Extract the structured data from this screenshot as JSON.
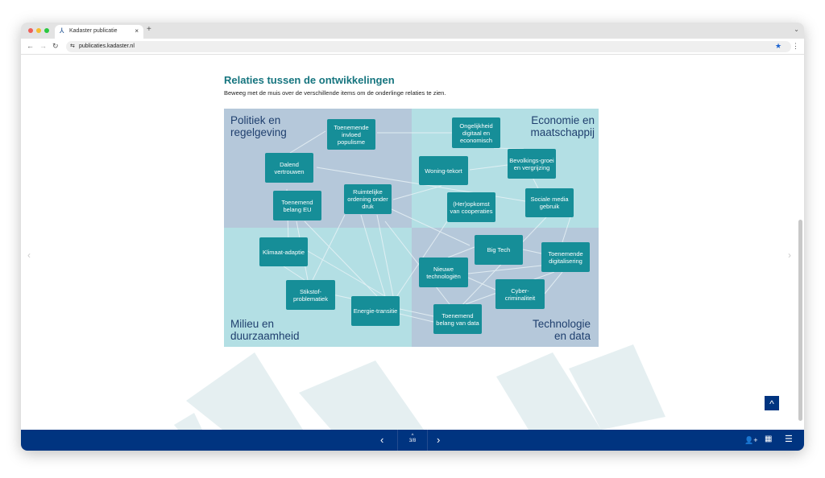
{
  "browser": {
    "tab_title": "Kadaster publicatie",
    "url": "publicaties.kadaster.nl"
  },
  "section": {
    "title": "Relaties tussen de ontwikkelingen",
    "subtitle": "Beweeg met de muis over de verschillende items om de onderlinge relaties te zien."
  },
  "quadrants": {
    "tl": "Politiek en regelgeving",
    "tr": "Economie en maatschappij",
    "bl": "Milieu en duurzaamheid",
    "br": "Technologie en data"
  },
  "nodes": {
    "populisme": "Toenemende invloed populisme",
    "vertrouwen": "Dalend vertrouwen",
    "eu": "Toenemend belang EU",
    "ruimtelijk": "Ruimtelijke ordening onder druk",
    "ongelijkheid": "Ongelijkheid digitaal en economisch",
    "bevolking": "Bevolkings-groei en vergrijzing",
    "woning": "Woning-tekort",
    "cooperaties": "(Her)opkomst van cooperaties",
    "sociale": "Sociale media gebruik",
    "klimaat": "Klimaat-adaptie",
    "stikstof": "Stikstof-problematiek",
    "energie": "Energie-transitie",
    "bigtech": "Big Tech",
    "digitalisering": "Toenemende digitalisering",
    "nieuwe": "Nieuwe technologiën",
    "cyber": "Cyber-criminaliteit",
    "data": "Toenemend belang van data"
  },
  "colors": {
    "node": "#168e98",
    "quad_blue": "#b5c8da",
    "quad_teal": "#b3dfe4",
    "nav": "#003480",
    "title": "#16757f"
  },
  "nav": {
    "page": "3/8"
  }
}
